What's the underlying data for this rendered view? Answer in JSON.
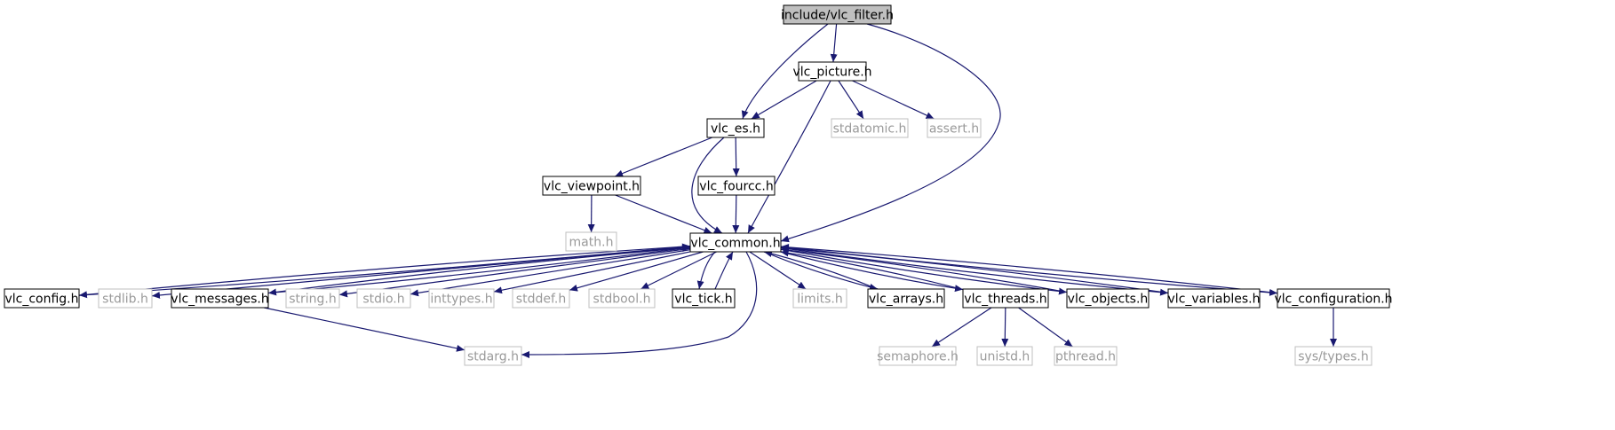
{
  "diagram": {
    "type": "include-dependency-graph",
    "colors": {
      "edge": "#191970",
      "root_fill": "#bfbfbf",
      "documented_border": "#000000",
      "external_border": "#bfbfbf",
      "external_text": "#9a9a9a"
    },
    "nodes": [
      {
        "id": "vlc_filter_h",
        "label": "include/vlc_filter.h",
        "kind": "root"
      },
      {
        "id": "vlc_picture_h",
        "label": "vlc_picture.h",
        "kind": "documented"
      },
      {
        "id": "vlc_es_h",
        "label": "vlc_es.h",
        "kind": "documented"
      },
      {
        "id": "stdatomic_h",
        "label": "stdatomic.h",
        "kind": "external"
      },
      {
        "id": "assert_h",
        "label": "assert.h",
        "kind": "external"
      },
      {
        "id": "vlc_viewpoint_h",
        "label": "vlc_viewpoint.h",
        "kind": "documented"
      },
      {
        "id": "vlc_fourcc_h",
        "label": "vlc_fourcc.h",
        "kind": "documented"
      },
      {
        "id": "math_h",
        "label": "math.h",
        "kind": "external"
      },
      {
        "id": "vlc_common_h",
        "label": "vlc_common.h",
        "kind": "documented"
      },
      {
        "id": "vlc_config_h",
        "label": "vlc_config.h",
        "kind": "documented"
      },
      {
        "id": "stdlib_h",
        "label": "stdlib.h",
        "kind": "external"
      },
      {
        "id": "vlc_messages_h",
        "label": "vlc_messages.h",
        "kind": "documented"
      },
      {
        "id": "string_h",
        "label": "string.h",
        "kind": "external"
      },
      {
        "id": "stdio_h",
        "label": "stdio.h",
        "kind": "external"
      },
      {
        "id": "inttypes_h",
        "label": "inttypes.h",
        "kind": "external"
      },
      {
        "id": "stddef_h",
        "label": "stddef.h",
        "kind": "external"
      },
      {
        "id": "stdbool_h",
        "label": "stdbool.h",
        "kind": "external"
      },
      {
        "id": "vlc_tick_h",
        "label": "vlc_tick.h",
        "kind": "documented"
      },
      {
        "id": "limits_h",
        "label": "limits.h",
        "kind": "external"
      },
      {
        "id": "vlc_arrays_h",
        "label": "vlc_arrays.h",
        "kind": "documented"
      },
      {
        "id": "vlc_threads_h",
        "label": "vlc_threads.h",
        "kind": "documented"
      },
      {
        "id": "vlc_objects_h",
        "label": "vlc_objects.h",
        "kind": "documented"
      },
      {
        "id": "vlc_variables_h",
        "label": "vlc_variables.h",
        "kind": "documented"
      },
      {
        "id": "vlc_configuration_h",
        "label": "vlc_configuration.h",
        "kind": "documented"
      },
      {
        "id": "stdarg_h",
        "label": "stdarg.h",
        "kind": "external"
      },
      {
        "id": "semaphore_h",
        "label": "semaphore.h",
        "kind": "external"
      },
      {
        "id": "unistd_h",
        "label": "unistd.h",
        "kind": "external"
      },
      {
        "id": "pthread_h",
        "label": "pthread.h",
        "kind": "external"
      },
      {
        "id": "sys_types_h",
        "label": "sys/types.h",
        "kind": "external"
      }
    ],
    "edges": [
      {
        "from": "vlc_filter_h",
        "to": "vlc_picture_h"
      },
      {
        "from": "vlc_filter_h",
        "to": "vlc_es_h"
      },
      {
        "from": "vlc_filter_h",
        "to": "vlc_common_h"
      },
      {
        "from": "vlc_picture_h",
        "to": "vlc_es_h"
      },
      {
        "from": "vlc_picture_h",
        "to": "stdatomic_h"
      },
      {
        "from": "vlc_picture_h",
        "to": "assert_h"
      },
      {
        "from": "vlc_picture_h",
        "to": "vlc_common_h"
      },
      {
        "from": "vlc_es_h",
        "to": "vlc_viewpoint_h"
      },
      {
        "from": "vlc_es_h",
        "to": "vlc_fourcc_h"
      },
      {
        "from": "vlc_es_h",
        "to": "vlc_common_h"
      },
      {
        "from": "vlc_viewpoint_h",
        "to": "math_h"
      },
      {
        "from": "vlc_viewpoint_h",
        "to": "vlc_common_h"
      },
      {
        "from": "vlc_fourcc_h",
        "to": "vlc_common_h"
      },
      {
        "from": "vlc_common_h",
        "to": "vlc_config_h"
      },
      {
        "from": "vlc_config_h",
        "to": "vlc_common_h"
      },
      {
        "from": "vlc_common_h",
        "to": "stdlib_h"
      },
      {
        "from": "vlc_common_h",
        "to": "vlc_messages_h"
      },
      {
        "from": "vlc_messages_h",
        "to": "vlc_common_h"
      },
      {
        "from": "vlc_common_h",
        "to": "string_h"
      },
      {
        "from": "vlc_common_h",
        "to": "stdio_h"
      },
      {
        "from": "vlc_common_h",
        "to": "inttypes_h"
      },
      {
        "from": "vlc_common_h",
        "to": "stddef_h"
      },
      {
        "from": "vlc_common_h",
        "to": "stdbool_h"
      },
      {
        "from": "vlc_common_h",
        "to": "vlc_tick_h"
      },
      {
        "from": "vlc_tick_h",
        "to": "vlc_common_h"
      },
      {
        "from": "vlc_common_h",
        "to": "limits_h"
      },
      {
        "from": "vlc_common_h",
        "to": "vlc_arrays_h"
      },
      {
        "from": "vlc_arrays_h",
        "to": "vlc_common_h"
      },
      {
        "from": "vlc_common_h",
        "to": "vlc_threads_h"
      },
      {
        "from": "vlc_threads_h",
        "to": "vlc_common_h"
      },
      {
        "from": "vlc_common_h",
        "to": "vlc_objects_h"
      },
      {
        "from": "vlc_objects_h",
        "to": "vlc_common_h"
      },
      {
        "from": "vlc_common_h",
        "to": "vlc_variables_h"
      },
      {
        "from": "vlc_variables_h",
        "to": "vlc_common_h"
      },
      {
        "from": "vlc_common_h",
        "to": "vlc_configuration_h"
      },
      {
        "from": "vlc_configuration_h",
        "to": "vlc_common_h"
      },
      {
        "from": "vlc_common_h",
        "to": "stdarg_h"
      },
      {
        "from": "vlc_messages_h",
        "to": "stdarg_h"
      },
      {
        "from": "vlc_threads_h",
        "to": "semaphore_h"
      },
      {
        "from": "vlc_threads_h",
        "to": "unistd_h"
      },
      {
        "from": "vlc_threads_h",
        "to": "pthread_h"
      },
      {
        "from": "vlc_configuration_h",
        "to": "sys_types_h"
      }
    ]
  }
}
